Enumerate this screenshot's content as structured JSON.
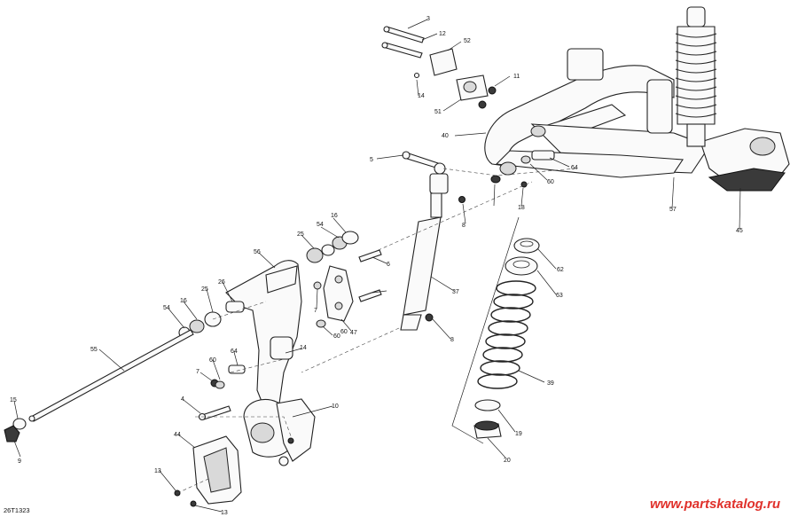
{
  "drawing_code": "26T1323",
  "watermark": "www.partskatalog.ru",
  "callouts": [
    "3",
    "12",
    "52",
    "11",
    "14",
    "51",
    "40",
    "5",
    "64",
    "60",
    "18",
    "8",
    "57",
    "45",
    "16",
    "54",
    "25",
    "56",
    "6",
    "26",
    "25",
    "16",
    "54",
    "7",
    "60",
    "47",
    "37",
    "62",
    "63",
    "55",
    "14",
    "64",
    "7",
    "60",
    "4",
    "10",
    "39",
    "15",
    "44",
    "9",
    "19",
    "13",
    "13",
    "20",
    "8",
    "60"
  ]
}
